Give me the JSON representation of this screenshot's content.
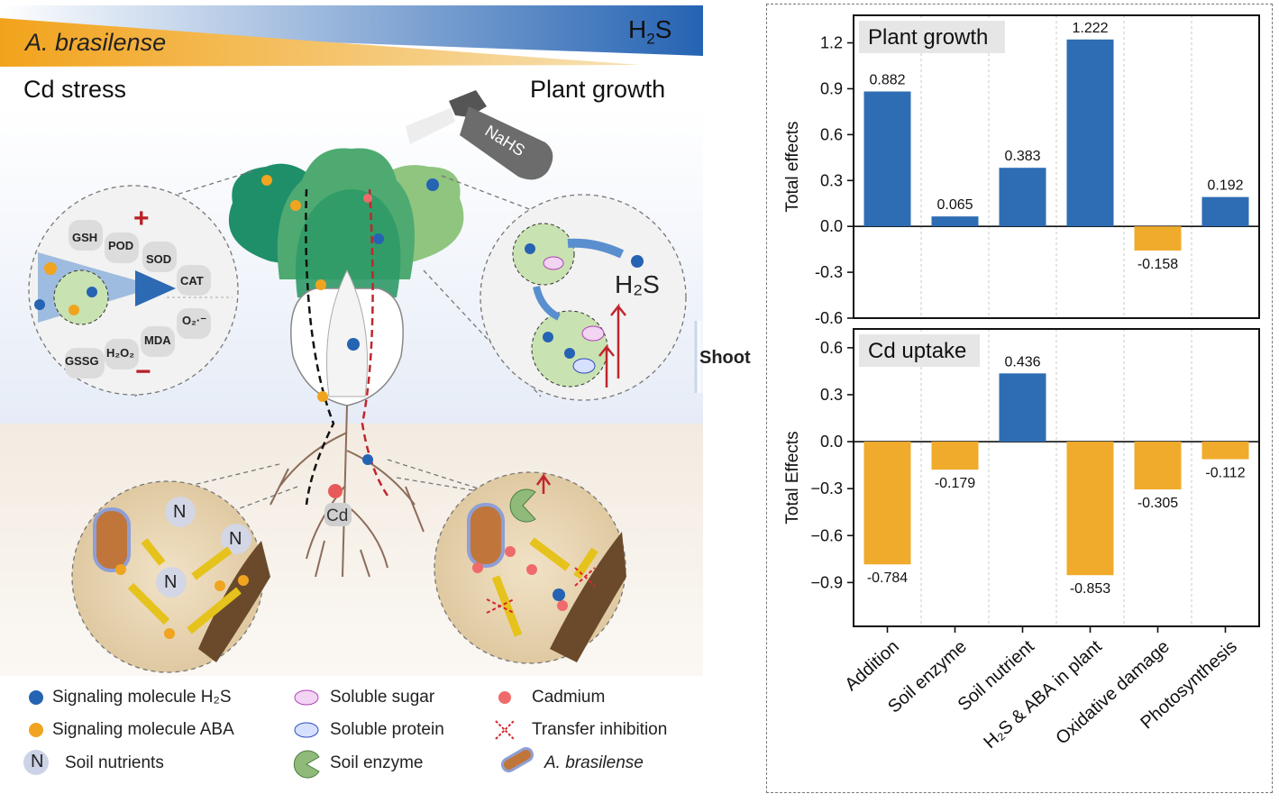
{
  "header": {
    "a_brasilense": "A. brasilense",
    "h2s_main": "H",
    "h2s_sub": "2",
    "h2s_end": "S",
    "cd_stress": "Cd stress",
    "plant_growth": "Plant growth",
    "colors": {
      "orange": "#f0a41f",
      "blue": "#2e6db4"
    }
  },
  "illustration": {
    "nahs": "NaHS",
    "left_circle": {
      "plus": "+",
      "minus": "−",
      "labels": [
        "GSH",
        "POD",
        "SOD",
        "CAT",
        "O₂·⁻",
        "MDA",
        "H₂O₂",
        "GSSG"
      ]
    },
    "right_circle": {
      "h2s": "H₂S"
    },
    "root_cd": "Cd",
    "n_label": "N",
    "shoot_arrow": "Shoot"
  },
  "legend": [
    {
      "icon": "blue-dot-icon",
      "label": "Signaling molecule H₂S"
    },
    {
      "icon": "soluble-sugar-icon",
      "label": "Soluble sugar"
    },
    {
      "icon": "cadmium-dot-icon",
      "label": "Cadmium"
    },
    {
      "icon": "orange-dot-icon",
      "label": "Signaling molecule ABA"
    },
    {
      "icon": "soluble-protein-icon",
      "label": "Soluble protein"
    },
    {
      "icon": "transfer-inhibition-icon",
      "label": "Transfer inhibition"
    },
    {
      "icon": "soil-nutrient-icon",
      "label": "Soil nutrients"
    },
    {
      "icon": "soil-enzyme-icon",
      "label": "Soil enzyme"
    },
    {
      "icon": "bacterium-icon",
      "label": "A. brasilense"
    }
  ],
  "chart_data": [
    {
      "type": "bar",
      "title": "Plant growth",
      "ylabel": "Total effects",
      "categories": [
        "Addition",
        "Soil enzyme",
        "Soil nutrient",
        "H₂S & ABA in plant",
        "Oxidative damage",
        "Photosynthesis"
      ],
      "values": [
        0.882,
        0.065,
        0.383,
        1.222,
        -0.158,
        0.192
      ],
      "value_labels": [
        "0.882",
        "0.065",
        "0.383",
        "1.222",
        "-0.158",
        "0.192"
      ],
      "ylim": [
        -0.6,
        1.38
      ],
      "yticks": [
        -0.6,
        -0.3,
        0.0,
        0.3,
        0.6,
        0.9,
        1.2
      ],
      "ytick_labels": [
        "-0.6",
        "-0.3",
        "0.0",
        "0.3",
        "0.6",
        "0.9",
        "1.2"
      ],
      "positive_color": "#2e6db4",
      "negative_color": "#f0ab2c",
      "grid": "vertical dashed"
    },
    {
      "type": "bar",
      "title": "Cd uptake",
      "ylabel": "Total Effects",
      "categories": [
        "Addition",
        "Soil enzyme",
        "Soil nutrient",
        "H₂S & ABA in plant",
        "Oxidative damage",
        "Photosynthesis"
      ],
      "values": [
        -0.784,
        -0.179,
        0.436,
        -0.853,
        -0.305,
        -0.112
      ],
      "value_labels": [
        "-0.784",
        "-0.179",
        "0.436",
        "-0.853",
        "-0.305",
        "-0.112"
      ],
      "ylim": [
        -1.18,
        0.72
      ],
      "yticks": [
        -0.9,
        -0.6,
        -0.3,
        0.0,
        0.3,
        0.6
      ],
      "ytick_labels": [
        "−0.9",
        "−0.6",
        "−0.3",
        "0.0",
        "0.3",
        "0.6"
      ],
      "positive_color": "#2e6db4",
      "negative_color": "#f0ab2c",
      "grid": "vertical dashed"
    }
  ],
  "x_tick_labels": [
    "Addition",
    "Soil enzyme",
    "Soil nutrient",
    "H₂S & ABA in plant",
    "Oxidative damage",
    "Photosynthesis"
  ]
}
